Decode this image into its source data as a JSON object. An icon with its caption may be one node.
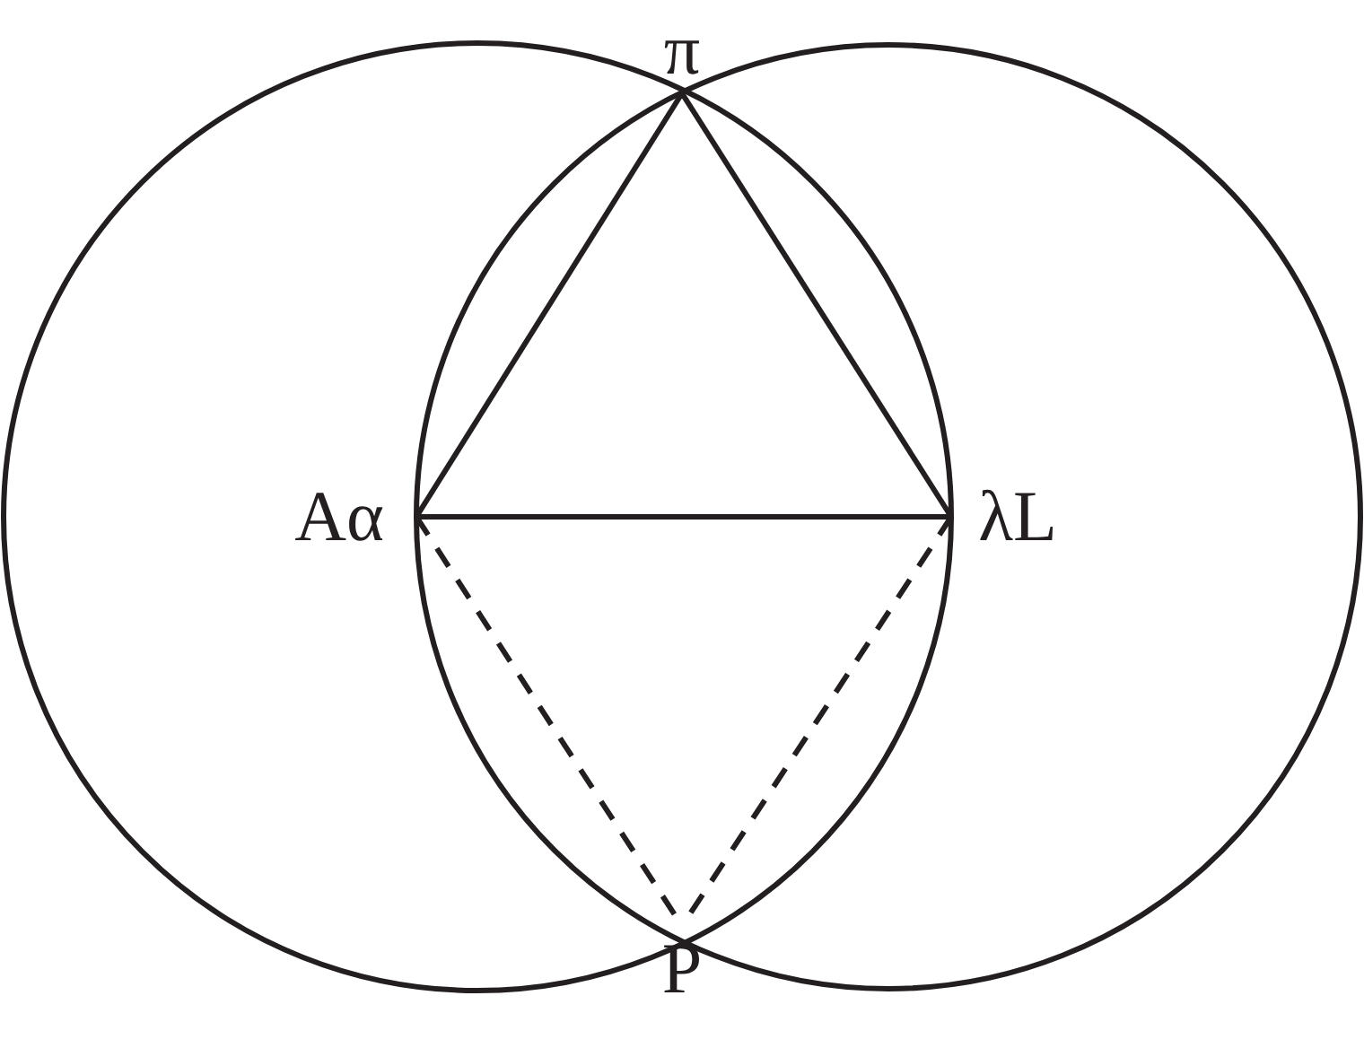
{
  "diagram": {
    "nodes": [
      {
        "text": [
          "π"
        ]
      },
      {
        "text": [
          "Aα"
        ]
      },
      {
        "text": [
          "λL"
        ]
      },
      {
        "text": [
          "P"
        ]
      }
    ],
    "edges": [
      {
        "from": 0,
        "to": 1,
        "arrow": "none"
      },
      {
        "from": 0,
        "to": 2,
        "arrow": "none"
      },
      {
        "from": 1,
        "to": 2,
        "arrow": "none"
      },
      {
        "from": 1,
        "to": 3,
        "arrow": "none",
        "style": "dashed"
      },
      {
        "from": 2,
        "to": 3,
        "arrow": "none",
        "style": "dashed"
      }
    ]
  }
}
